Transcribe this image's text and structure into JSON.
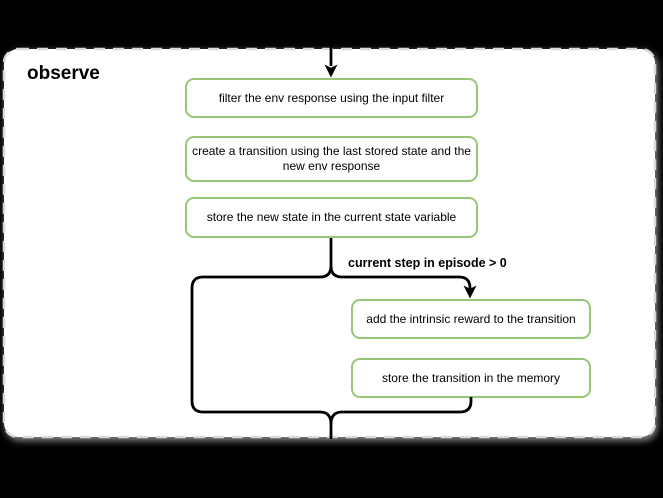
{
  "diagram": {
    "title": "observe",
    "nodes": [
      {
        "id": "filter-env-response",
        "label": "filter the env response using the input filter"
      },
      {
        "id": "create-transition",
        "label": "create a transition using the last stored state and the\nnew env response"
      },
      {
        "id": "store-new-state",
        "label": "store the new state in the current state variable"
      },
      {
        "id": "add-intrinsic-reward",
        "label": "add the intrinsic reward to the transition"
      },
      {
        "id": "store-transition",
        "label": "store the transition in the memory"
      }
    ],
    "condition_label": "current step in episode > 0"
  },
  "colors": {
    "canvas_bg": "#000000",
    "container_fill": "#ffffff",
    "container_border": "#d9d9d9",
    "node_fill": "#ffffff",
    "node_border": "#96c878",
    "line": "#000000",
    "text": "#000000"
  }
}
